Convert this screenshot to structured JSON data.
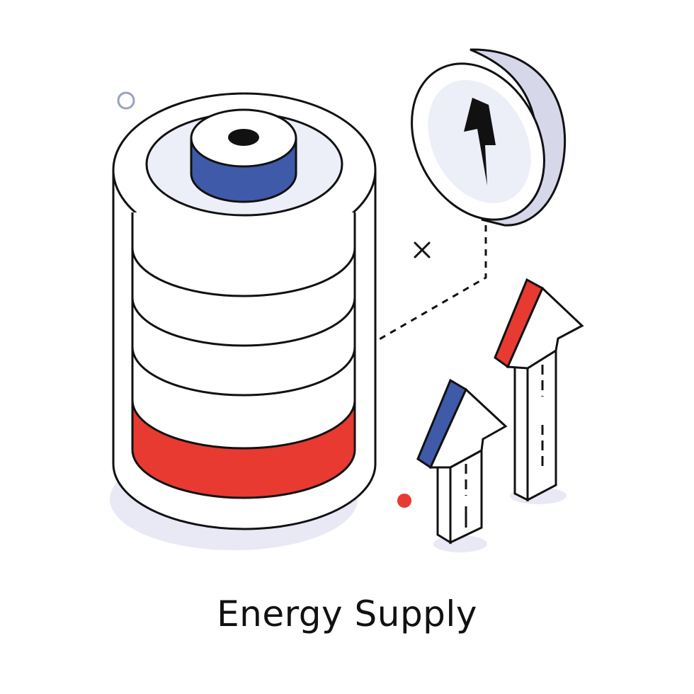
{
  "caption": "Energy Supply",
  "icons": {
    "battery": "battery-icon",
    "bolt_coin": "lightning-bolt-coin-icon",
    "arrows": "up-arrows-icon"
  },
  "battery": {
    "charge_level_fraction": 0.2,
    "segments_total": 5,
    "segments_filled": 1
  },
  "colors": {
    "outline": "#111111",
    "red": "#e83a30",
    "blue": "#3f5aa8",
    "shadow": "#e8e9f4",
    "coin_side": "#d6d8ea",
    "light_fill": "#eceef8",
    "ring": "#9aa0c0"
  }
}
